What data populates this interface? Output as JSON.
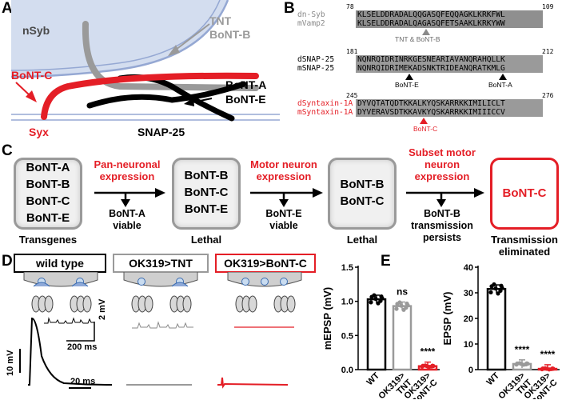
{
  "panel_labels": {
    "a": "A",
    "b": "B",
    "c": "C",
    "d": "D",
    "e": "E"
  },
  "panel_a": {
    "nsyb": "nSyb",
    "tnt": "TNT",
    "bontb": "BoNT-B",
    "bontc": "BoNT-C",
    "bonta": "BoNT-A",
    "bonte": "BoNT-E",
    "syx": "Syx",
    "snap25": "SNAP-25"
  },
  "panel_b": {
    "syb": {
      "name1": "dn-Syb",
      "name2": "mVamp2",
      "start": "78",
      "end": "109",
      "seq1": "KLSELDDRADALQQGASQFEQQAGKLKRKFWL",
      "seq2": "KLSELDDRADALQAGASQFETSAAKLKRKYWW",
      "site": "TNT & BoNT-B"
    },
    "snap": {
      "name1": "dSNAP-25",
      "name2": "mSNAP-25",
      "start": "181",
      "end": "212",
      "seq1": "NQNRQIDRINRKGESNEARIAVANQRAHQLLK",
      "seq2": "NQNRQIDRIMEKADSNKTRIDEANQRATKMLG",
      "site1": "BoNT-E",
      "site2": "BoNT-A"
    },
    "syx": {
      "name1": "dSyntaxin-1A",
      "name2": "mSyntaxin-1A",
      "start": "245",
      "end": "276",
      "seq1": "DYVQTATQDTKKALKYQSKARRKKIMILICLT",
      "seq2": "DYVERAVSDTKKAVKYQSKARRKKIMIIICCV",
      "site": "BoNT-C"
    }
  },
  "panel_c": {
    "box1": [
      "BoNT-A",
      "BoNT-B",
      "BoNT-C",
      "BoNT-E"
    ],
    "box2": [
      "BoNT-B",
      "BoNT-C",
      "BoNT-E"
    ],
    "box3": [
      "BoNT-B",
      "BoNT-C"
    ],
    "box4": [
      "BoNT-C"
    ],
    "step1_title": [
      "Pan-neuronal",
      "expression"
    ],
    "step2_title": [
      "Motor neuron",
      "expression"
    ],
    "step3_title": [
      "Subset motor",
      "neuron",
      "expression"
    ],
    "step1_result": [
      "BoNT-A",
      "viable"
    ],
    "step2_result": [
      "BoNT-E",
      "viable"
    ],
    "step3_result": [
      "BoNT-B",
      "transmission",
      "persists"
    ],
    "cap1": "Transgenes",
    "cap2": "Lethal",
    "cap3": "Lethal",
    "cap4": [
      "Transmission",
      "eliminated"
    ]
  },
  "panel_d": {
    "headers": [
      "wild type",
      "OK319>TNT",
      "OK319>BoNT-C"
    ],
    "scale_mini_v": "2 mV",
    "scale_mini_t": "200 ms",
    "scale_epsp_v": "10 mV",
    "scale_epsp_t": "20 ms"
  },
  "panel_e": {
    "colors": {
      "wt": "#000000",
      "tnt": "#9a9a9a",
      "bontc": "#e41e26"
    },
    "chart_data": [
      {
        "type": "bar",
        "ylabel": "mEPSP (mV)",
        "categories": [
          "WT",
          "OK319> TNT",
          "OK319> BoNT-C"
        ],
        "values": [
          1.03,
          0.93,
          0.05
        ],
        "ylim": [
          0,
          1.5
        ],
        "yticks": [
          "0.0",
          "0.5",
          "1.0",
          "1.5"
        ],
        "significance": [
          "",
          "ns",
          "****"
        ]
      },
      {
        "type": "bar",
        "ylabel": "EPSP (mV)",
        "categories": [
          "WT",
          "OK319> TNT",
          "OK319> BoNT-C"
        ],
        "values": [
          31.5,
          2.2,
          0.3
        ],
        "ylim": [
          0,
          40
        ],
        "yticks": [
          "0",
          "10",
          "20",
          "30",
          "40"
        ],
        "significance": [
          "",
          "****",
          "****"
        ]
      }
    ]
  }
}
